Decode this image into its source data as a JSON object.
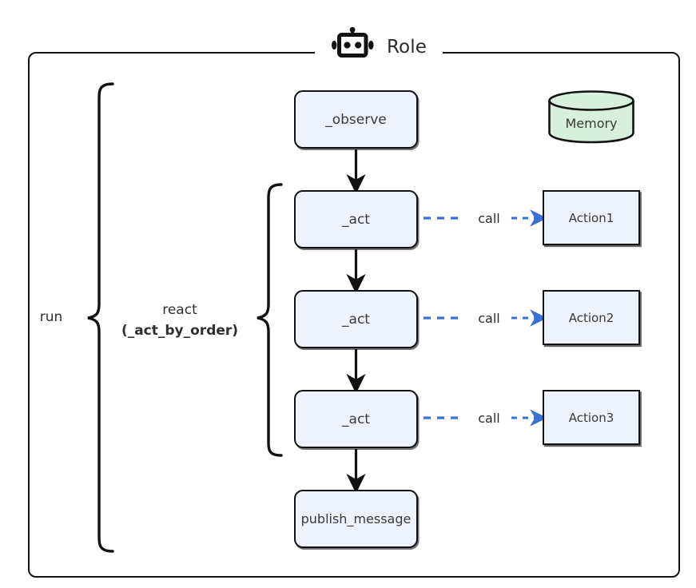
{
  "diagram": {
    "title": "Role",
    "title_icon": "robot-icon",
    "frame": {
      "border_color": "#121212"
    },
    "colors": {
      "process_fill": "#eef2fc",
      "process_border": "#111111",
      "memory_fill": "#d6f0dd",
      "memory_border": "#111111",
      "call_arrow": "#3b6fd4",
      "flow_arrow": "#111111",
      "text": "#3a3a3a"
    },
    "braces": [
      {
        "name": "run",
        "label": "run",
        "bold_label": ""
      },
      {
        "name": "react",
        "label": "react",
        "bold_label": "(_act_by_order)"
      }
    ],
    "flow_nodes": [
      {
        "id": "observe",
        "label": "_observe",
        "shape": "rounded-rect"
      },
      {
        "id": "act1",
        "label": "_act",
        "shape": "rounded-rect"
      },
      {
        "id": "act2",
        "label": "_act",
        "shape": "rounded-rect"
      },
      {
        "id": "act3",
        "label": "_act",
        "shape": "rounded-rect"
      },
      {
        "id": "publish",
        "label": "publish_message",
        "shape": "rounded-rect"
      }
    ],
    "action_nodes": [
      {
        "id": "action1",
        "label": "Action1",
        "shape": "rect"
      },
      {
        "id": "action2",
        "label": "Action2",
        "shape": "rect"
      },
      {
        "id": "action3",
        "label": "Action3",
        "shape": "rect"
      }
    ],
    "call_edges": [
      {
        "from": "act1",
        "to": "action1",
        "label": "call",
        "style": "dashed"
      },
      {
        "from": "act2",
        "to": "action2",
        "label": "call",
        "style": "dashed"
      },
      {
        "from": "act3",
        "to": "action3",
        "label": "call",
        "style": "dashed"
      }
    ],
    "flow_edges": [
      {
        "from": "observe",
        "to": "act1",
        "style": "solid"
      },
      {
        "from": "act1",
        "to": "act2",
        "style": "solid"
      },
      {
        "from": "act2",
        "to": "act3",
        "style": "solid"
      },
      {
        "from": "act3",
        "to": "publish",
        "style": "solid"
      }
    ],
    "store": {
      "id": "memory",
      "label": "Memory",
      "shape": "cylinder"
    }
  }
}
